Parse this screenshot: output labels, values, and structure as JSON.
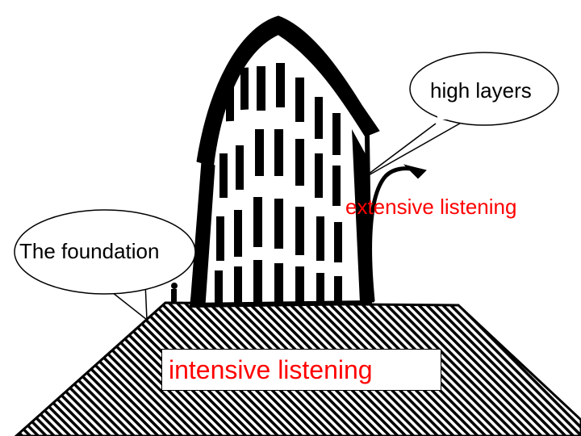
{
  "colors": {
    "accent": "#ff0000",
    "ink": "#000000",
    "background": "#ffffff"
  },
  "icons": {
    "building": "flatiron-building-icon",
    "street_lamp": "street-lamp-icon",
    "hill": "hatched-hill-icon"
  },
  "callouts": {
    "high_layers": "high layers",
    "foundation": "The foundation"
  },
  "labels": {
    "extensive": "extensive listening",
    "intensive": "intensive listening"
  }
}
